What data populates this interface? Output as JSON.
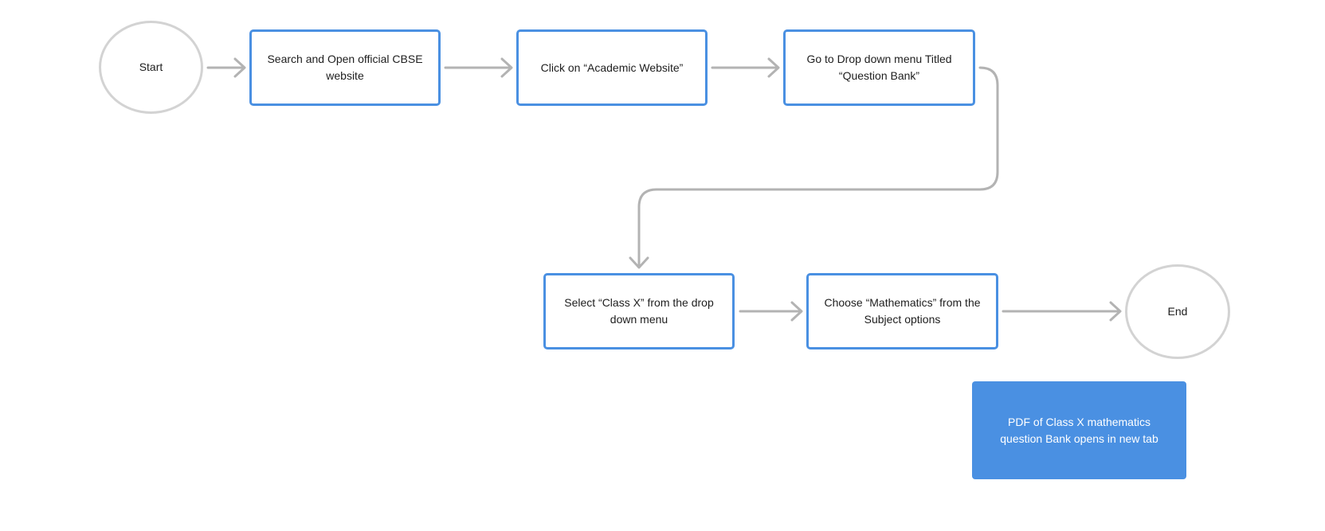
{
  "colors": {
    "box_border": "#4a90e2",
    "oval_border": "#d3d3d3",
    "connector": "#b3b3b3",
    "note_fill": "#4a90e2",
    "note_text": "#ffffff",
    "text": "#1e1e1e"
  },
  "nodes": {
    "start": {
      "label": "Start"
    },
    "search": {
      "label": "Search and Open official CBSE website"
    },
    "click": {
      "label": "Click on “Academic Website”"
    },
    "goto": {
      "label": "Go to Drop down menu Titled “Question Bank”"
    },
    "select": {
      "label": "Select “Class X” from the drop down menu"
    },
    "choose": {
      "label": "Choose “Mathematics” from the Subject options"
    },
    "end": {
      "label": "End"
    }
  },
  "note": {
    "label": "PDF of Class X mathematics question Bank opens in new tab"
  }
}
